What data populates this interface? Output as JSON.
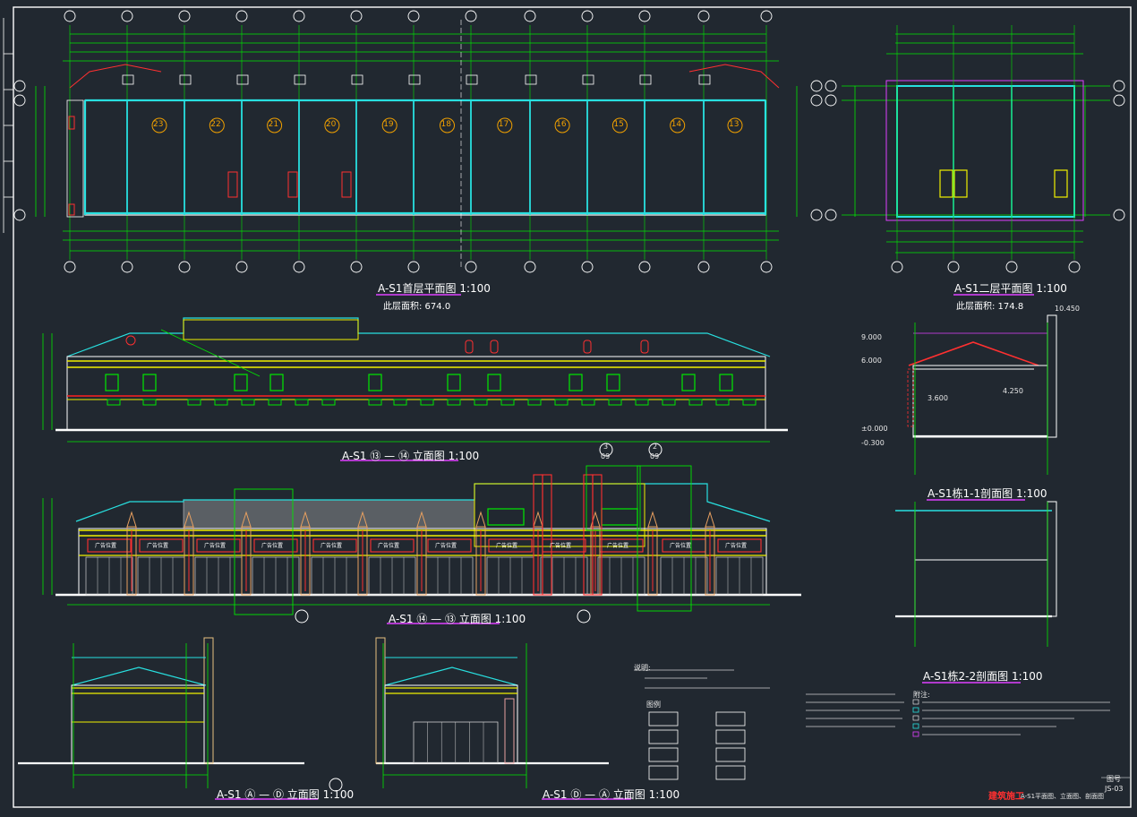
{
  "drawing": {
    "background": "#212830",
    "colors": {
      "border": "#ffffff",
      "grid": "#00e800",
      "wall": "#28e0e0",
      "yellow": "#f0f000",
      "red": "#ff2020",
      "magenta": "#e040ff",
      "white": "#ffffff"
    }
  },
  "plans": {
    "ground": {
      "title": "A-S1首层平面图 1:100",
      "area_label": "此层面积: 674.0",
      "unit_numbers": [
        "23",
        "22",
        "21",
        "20",
        "19",
        "18",
        "17",
        "16",
        "15",
        "14",
        "13"
      ]
    },
    "second": {
      "title": "A-S1二层平面图 1:100",
      "area_label": "此层面积: 174.8"
    }
  },
  "elevations": {
    "rear": {
      "title": "A-S1 ⑬ — ⑭ 立面图 1:100"
    },
    "front": {
      "title": "A-S1 ⑭ — ⑬ 立面图 1:100",
      "sign_text": "广告位置",
      "callout_3": {
        "num": "3",
        "sheet": "09"
      },
      "callout_2": {
        "num": "2",
        "sheet": "09"
      }
    },
    "side_left": {
      "title": "A-S1 Ⓐ — Ⓓ 立面图 1:100"
    },
    "side_right": {
      "title": "A-S1 Ⓓ — Ⓐ 立面图 1:100"
    }
  },
  "sections": {
    "s11": {
      "title": "A-S1栋1-1剖面图 1:100"
    },
    "s22": {
      "title": "A-S1栋2-2剖面图 1:100"
    }
  },
  "levels": {
    "roof_top": "10.450",
    "ridge": "9.000",
    "eave": "6.000",
    "mid": "4.250",
    "floor2": "3.600",
    "ground": "±0.000",
    "outdoor": "-0.300"
  },
  "notes": {
    "heading": "说明:",
    "legend_heading": "图例",
    "right_heading": "附注:"
  },
  "titleblock": {
    "sheet_label": "图号",
    "sheet_no": "JS-03",
    "stamp": "建筑施工",
    "drawing_name": "A-S1平面图、立面图、剖面图"
  }
}
